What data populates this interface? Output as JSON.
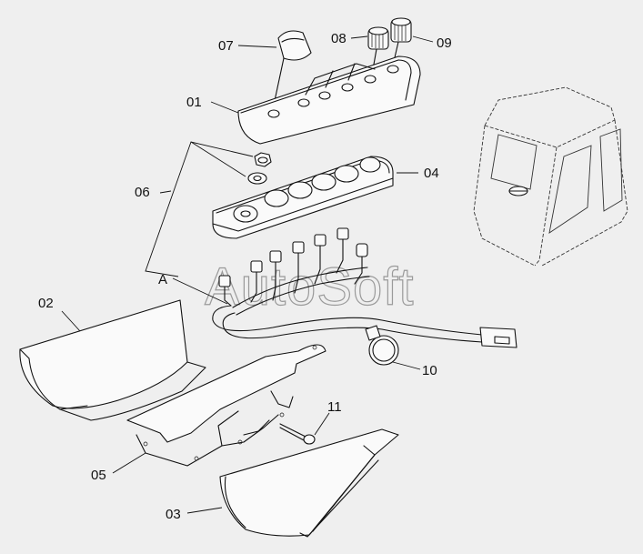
{
  "diagram": {
    "part_labels": {
      "p01": "01",
      "p02": "02",
      "p03": "03",
      "p04": "04",
      "p05": "05",
      "p06": "06",
      "p07": "07",
      "p08": "08",
      "p09": "09",
      "p10": "10",
      "p11": "11",
      "view_a": "A"
    },
    "watermark": "AutoSoft",
    "colors": {
      "background": "#efefef",
      "line": "#111111",
      "watermark": "#9a9a9a"
    }
  }
}
